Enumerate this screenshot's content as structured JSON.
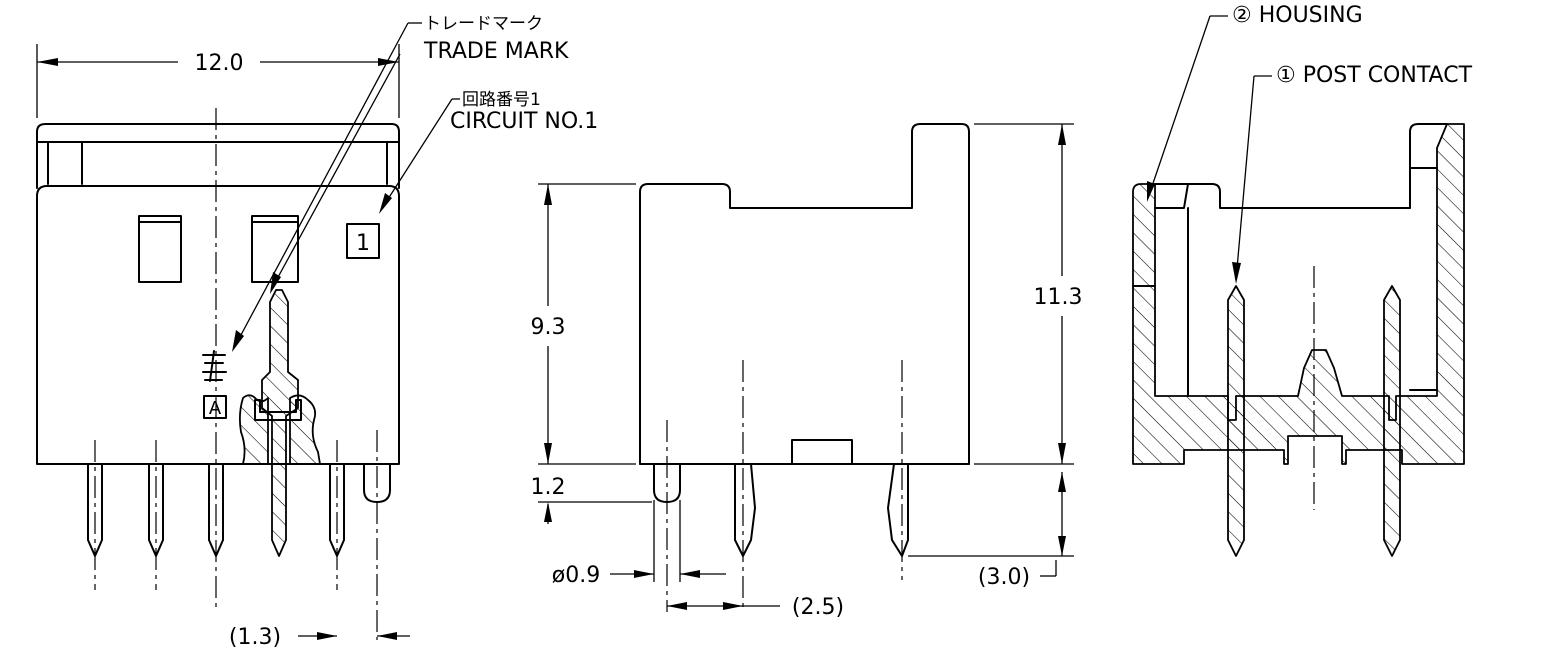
{
  "labels": {
    "trade_mark_jp": "トレードマーク",
    "trade_mark_en": "TRADE MARK",
    "circuit_jp": "回路番号1",
    "circuit_en": "CIRCUIT NO.1",
    "circuit_box": "1",
    "housing": "② HOUSING",
    "post_contact": "① POST CONTACT",
    "marking_a": "A"
  },
  "dimensions": {
    "width": "12.0",
    "height_body": "9.3",
    "height_total": "11.3",
    "boss_height": "1.2",
    "post_dia": "ø0.9",
    "pitch": "(2.5)",
    "pin_length": "(3.0)",
    "boss_offset": "(1.3)"
  }
}
